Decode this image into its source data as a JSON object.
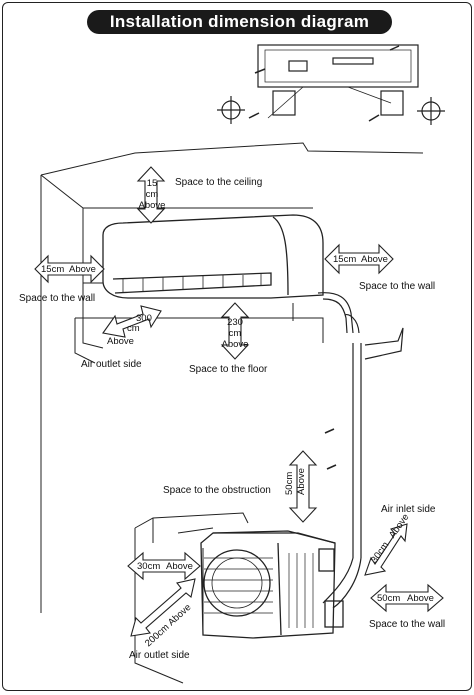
{
  "title": "Installation dimension diagram",
  "indoor": {
    "ceiling": {
      "value": "15",
      "unit": "cm",
      "qualifier": "Above",
      "label": "Space to the ceiling"
    },
    "left_wall": {
      "value": "15cm",
      "qualifier": "Above",
      "label": "Space to the wall"
    },
    "right_wall": {
      "value": "15cm",
      "qualifier": "Above",
      "label": "Space to the wall"
    },
    "outlet": {
      "value": "300",
      "unit": "cm",
      "qualifier": "Above",
      "label": "Air outlet side"
    },
    "floor": {
      "value": "230",
      "unit": "cm",
      "qualifier": "Above",
      "label": "Space to the floor"
    }
  },
  "outdoor": {
    "obstruction": {
      "value": "50cm",
      "qualifier": "Above",
      "label": "Space to the obstruction"
    },
    "inlet": {
      "value": "30cm",
      "qualifier": "Above",
      "label": "Air inlet side"
    },
    "left_side": {
      "value": "30cm",
      "qualifier": "Above"
    },
    "outlet": {
      "value": "200cm",
      "qualifier": "Above",
      "label": "Air outlet side"
    },
    "right_wall": {
      "value": "50cm",
      "qualifier": "Above",
      "label": "Space to the wall"
    }
  }
}
